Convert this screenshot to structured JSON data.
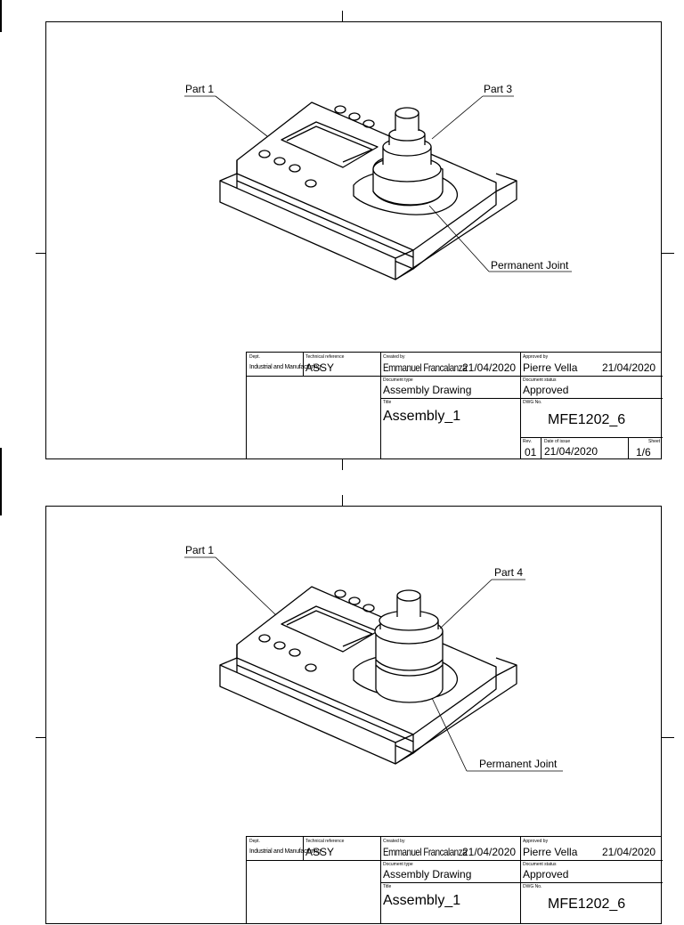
{
  "sheets": [
    {
      "callouts": {
        "part_a": "Part 1",
        "part_b": "Part 3",
        "joint": "Permanent Joint"
      },
      "title_block": {
        "dept_label": "Dept.",
        "dept_value": "Industrial and Manufacturing",
        "tech_ref_label": "Technical reference",
        "tech_ref_value": "ASSY",
        "created_by_label": "Created by",
        "created_by_value": "Emmanuel Francalanza",
        "created_date": "21/04/2020",
        "approved_by_label": "Approved by",
        "approved_by_value": "Pierre Vella",
        "approved_date": "21/04/2020",
        "doc_type_label": "Document type",
        "doc_type_value": "Assembly Drawing",
        "doc_status_label": "Document status",
        "doc_status_value": "Approved",
        "title_label": "Title",
        "title_value": "Assembly_1",
        "dwg_label": "DWG No.",
        "dwg_value": "MFE1202_6",
        "rev_label": "Rev.",
        "rev_value": "01",
        "date_issue_label": "Date of issue",
        "date_issue_value": "21/04/2020",
        "sheet_label": "Sheet",
        "sheet_value": "1/6"
      }
    },
    {
      "callouts": {
        "part_a": "Part 1",
        "part_b": "Part 4",
        "joint": "Permanent Joint"
      },
      "title_block": {
        "dept_label": "Dept.",
        "dept_value": "Industrial and Manufacturing",
        "tech_ref_label": "Technical reference",
        "tech_ref_value": "ASSY",
        "created_by_label": "Created by",
        "created_by_value": "Emmanuel Francalanza",
        "created_date": "21/04/2020",
        "approved_by_label": "Approved by",
        "approved_by_value": "Pierre Vella",
        "approved_date": "21/04/2020",
        "doc_type_label": "Document type",
        "doc_type_value": "Assembly Drawing",
        "doc_status_label": "Document status",
        "doc_status_value": "Approved",
        "title_label": "Title",
        "title_value": "Assembly_1",
        "dwg_label": "DWG No.",
        "dwg_value": "MFE1202_6"
      }
    }
  ]
}
